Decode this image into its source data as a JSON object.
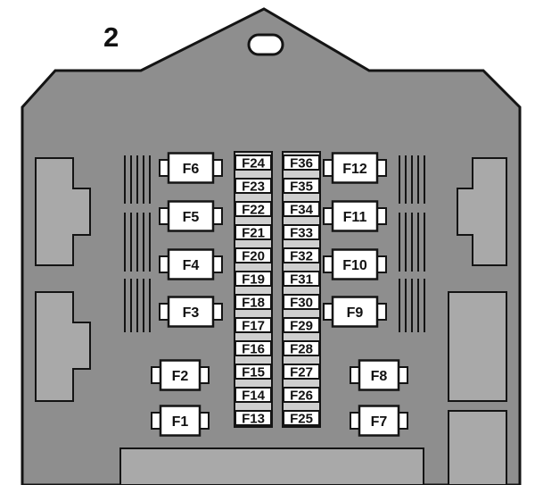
{
  "figure_label": "2",
  "colors": {
    "panel": "#8e8e8e",
    "connector": "#a9a9a9",
    "outline": "#141414",
    "fuse_fill": "#ffffff"
  },
  "large_fuses": {
    "left_column": [
      "F6",
      "F5",
      "F4",
      "F3"
    ],
    "right_column": [
      "F12",
      "F11",
      "F10",
      "F9"
    ],
    "left_lower": [
      "F2",
      "F1"
    ],
    "right_lower": [
      "F8",
      "F7"
    ]
  },
  "mini_fuses": {
    "left_column": [
      "F24",
      "F23",
      "F22",
      "F21",
      "F20",
      "F19",
      "F18",
      "F17",
      "F16",
      "F15",
      "F14",
      "F13"
    ],
    "right_column": [
      "F36",
      "F35",
      "F34",
      "F33",
      "F32",
      "F31",
      "F30",
      "F29",
      "F28",
      "F27",
      "F26",
      "F25"
    ]
  }
}
